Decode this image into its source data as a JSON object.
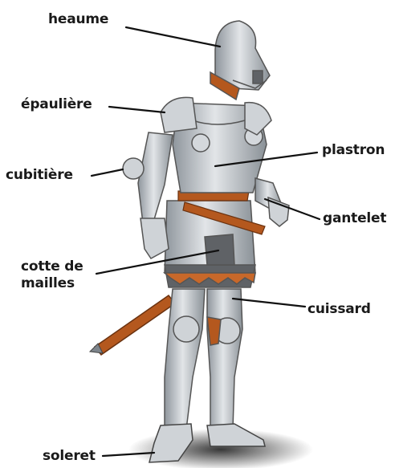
{
  "diagram": {
    "labels": {
      "heaume": "heaume",
      "epauliere": "épaulière",
      "cubitiere": "cubitière",
      "plastron": "plastron",
      "gantelet": "gantelet",
      "cotte_line1": "cotte de",
      "cotte_line2": "mailles",
      "cuissard": "cuissard",
      "soleret": "soleret"
    },
    "colors": {
      "steel": "#b9bec4",
      "steel_dark": "#7d848b",
      "leather": "#b4581e",
      "mail": "#5f6266",
      "skirt_fringe": "#c8682a",
      "shadow": "#333333"
    }
  }
}
